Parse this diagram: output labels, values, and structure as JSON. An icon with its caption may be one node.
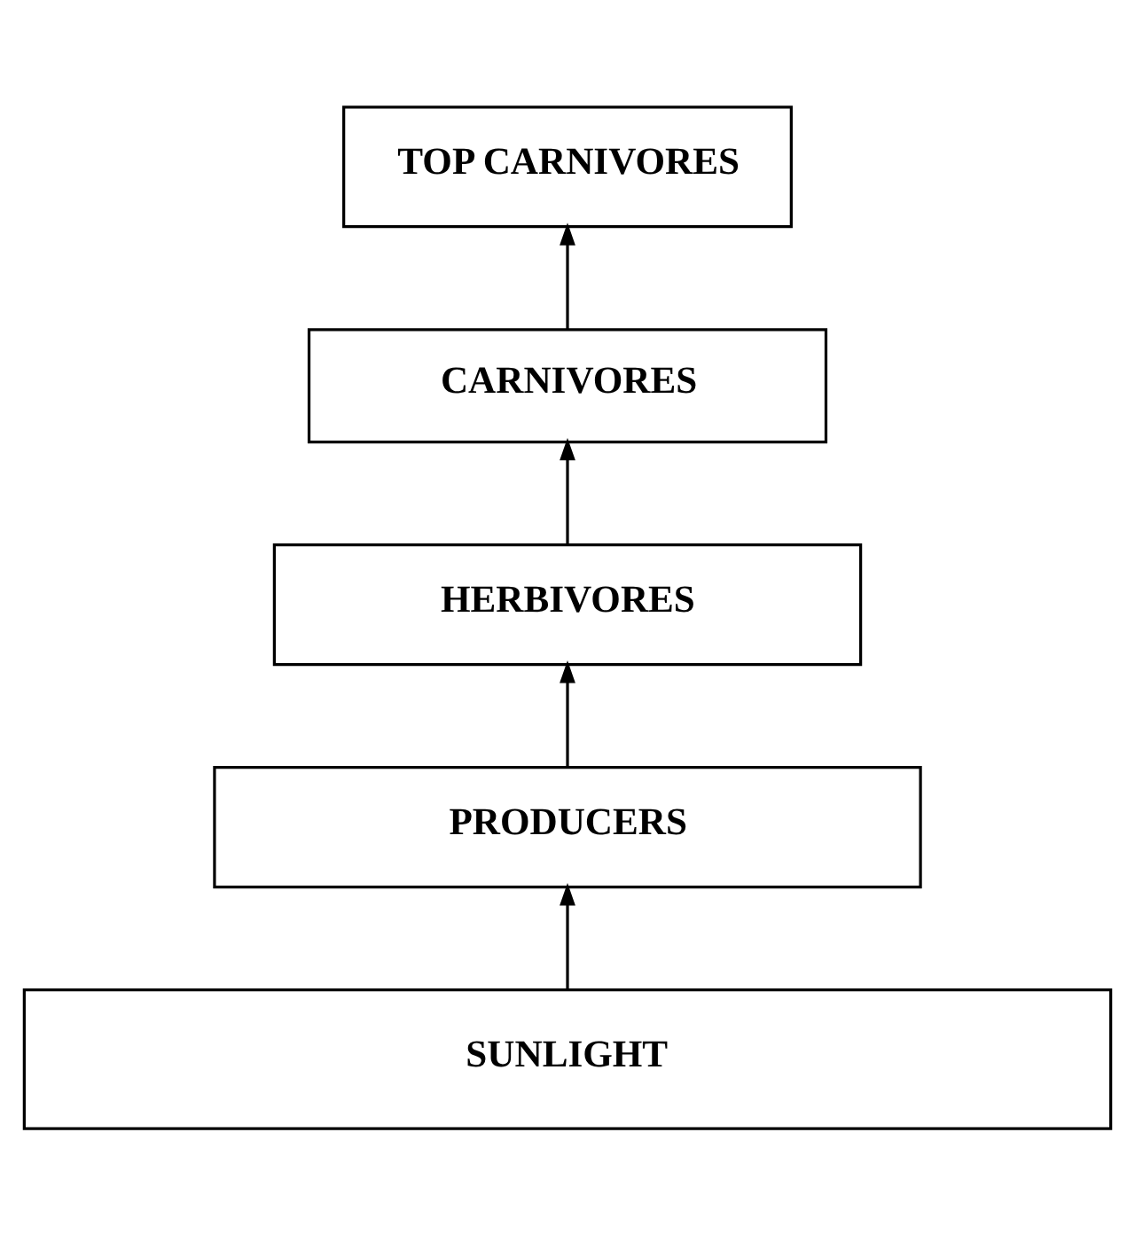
{
  "diagram": {
    "nodes": [
      {
        "text": [
          "TOP CARNIVORES"
        ]
      },
      {
        "text": [
          "CARNIVORES"
        ]
      },
      {
        "text": [
          "HERBIVORES"
        ]
      },
      {
        "text": [
          "PRODUCERS"
        ]
      },
      {
        "text": [
          "SUNLIGHT"
        ]
      }
    ],
    "edges": [
      {
        "from": 4,
        "to": 3,
        "arrow": "to"
      },
      {
        "from": 3,
        "to": 2,
        "arrow": "to"
      },
      {
        "from": 2,
        "to": 1,
        "arrow": "to"
      },
      {
        "from": 1,
        "to": 0,
        "arrow": "to"
      }
    ]
  }
}
